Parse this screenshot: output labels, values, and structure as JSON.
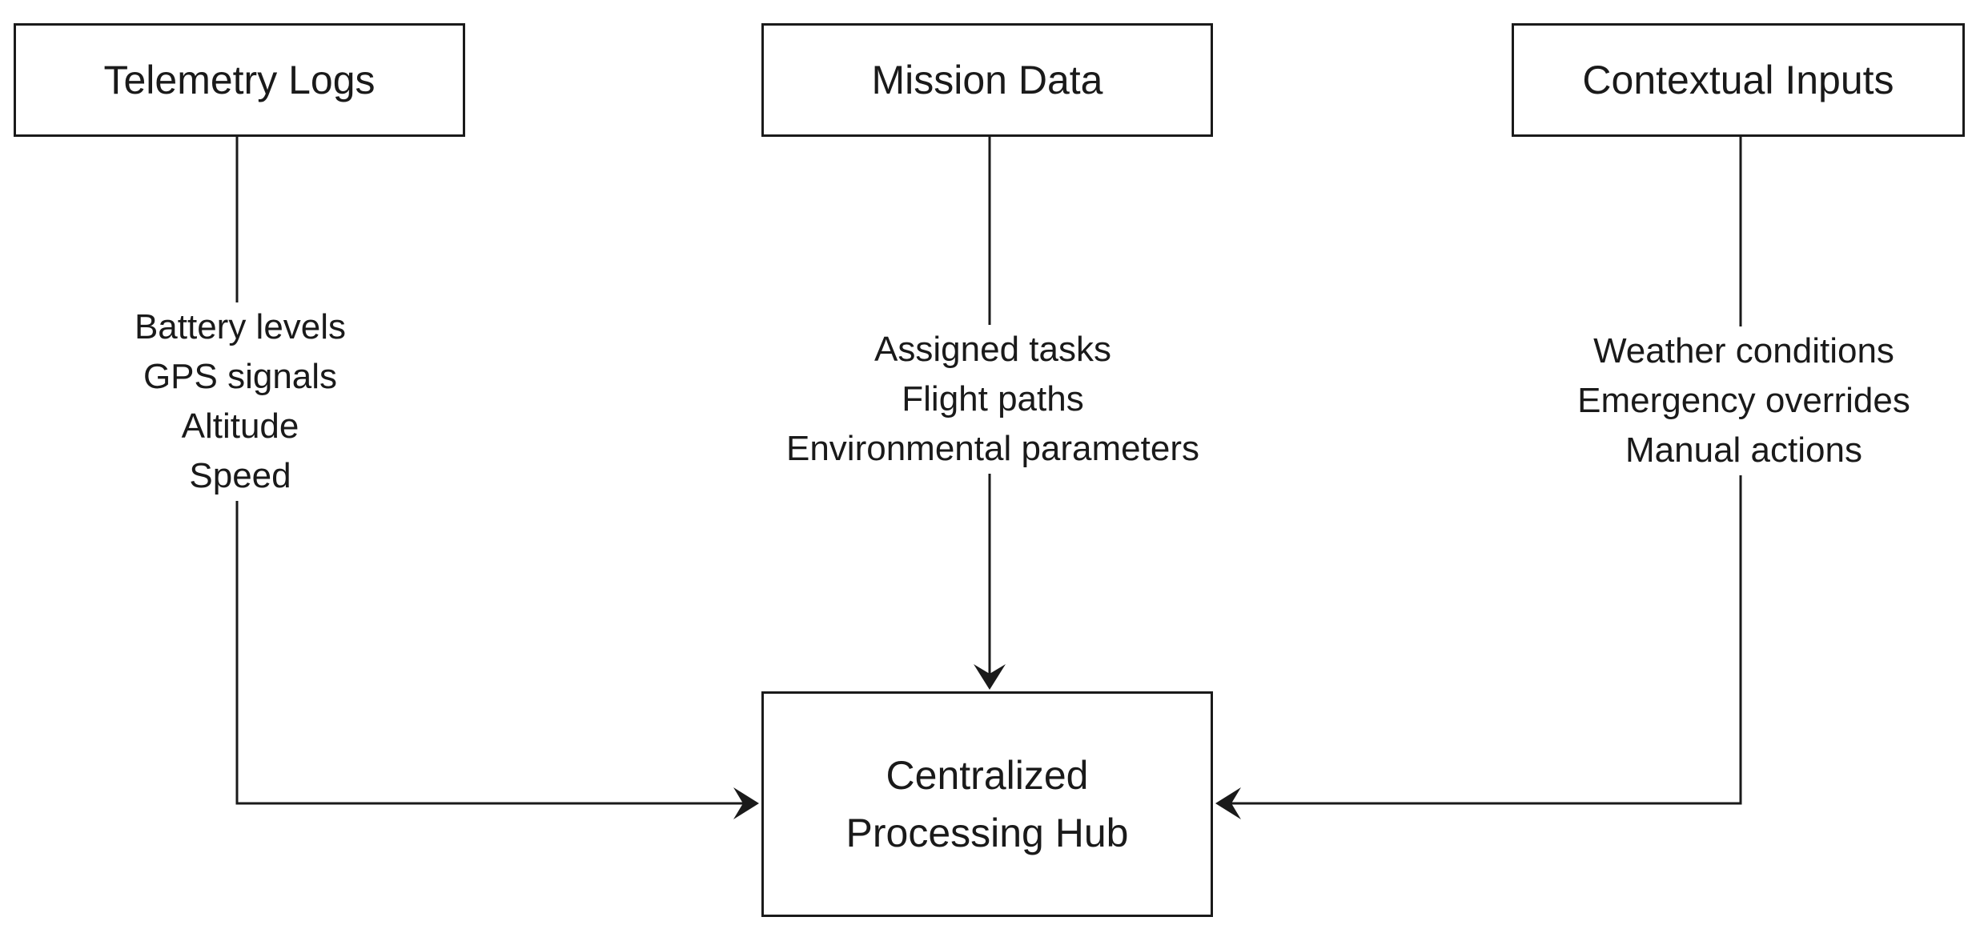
{
  "nodes": {
    "telemetry": {
      "label": "Telemetry Logs"
    },
    "mission": {
      "label": "Mission Data"
    },
    "contextual": {
      "label": "Contextual Inputs"
    },
    "hub": {
      "label_line1": "Centralized",
      "label_line2": "Processing Hub"
    }
  },
  "edges": {
    "telemetry_to_hub": {
      "items": [
        "Battery levels",
        "GPS signals",
        "Altitude",
        "Speed"
      ]
    },
    "mission_to_hub": {
      "items": [
        "Assigned tasks",
        "Flight paths",
        "Environmental parameters"
      ]
    },
    "contextual_to_hub": {
      "items": [
        "Weather conditions",
        "Emergency overrides",
        "Manual actions"
      ]
    }
  },
  "colors": {
    "stroke": "#1a1a1a",
    "background": "#ffffff"
  }
}
